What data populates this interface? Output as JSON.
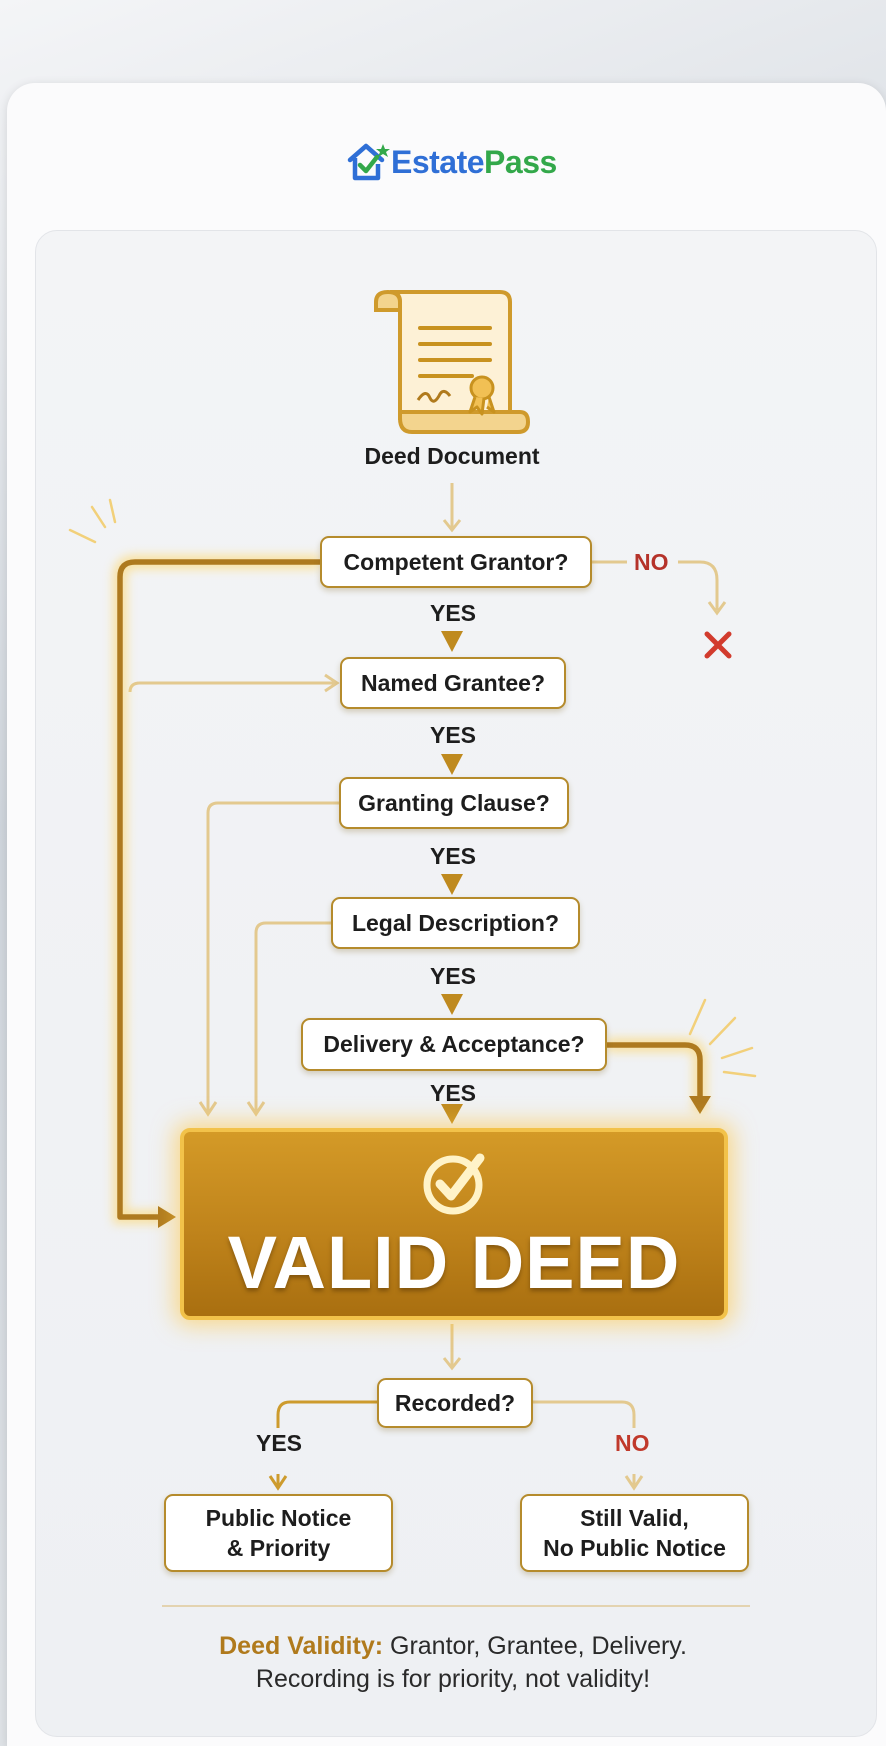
{
  "brand": {
    "part1": "Estate",
    "part2": "Pass"
  },
  "document_label": "Deed Document",
  "steps": [
    "Competent Grantor?",
    "Named Grantee?",
    "Granting Clause?",
    "Legal Description?",
    "Delivery & Acceptance?"
  ],
  "yes_label": "YES",
  "no_label": "NO",
  "result": "VALID DEED",
  "recorded_question": "Recorded?",
  "outcome_yes": {
    "line1": "Public Notice",
    "line2": "& Priority"
  },
  "outcome_no": {
    "line1": "Still Valid,",
    "line2": "No Public Notice"
  },
  "footer": {
    "label": "Deed Validity:",
    "line1_rest": " Grantor, Grantee, Delivery.",
    "line2": "Recording is for priority, not validity!"
  },
  "colors": {
    "gold": "#c8921f",
    "dark_gold": "#a8741a",
    "light_gold": "#e6cfa0",
    "reject_red": "#d23b2d",
    "brand_blue": "#2f6fd6",
    "brand_green": "#33a84a"
  }
}
